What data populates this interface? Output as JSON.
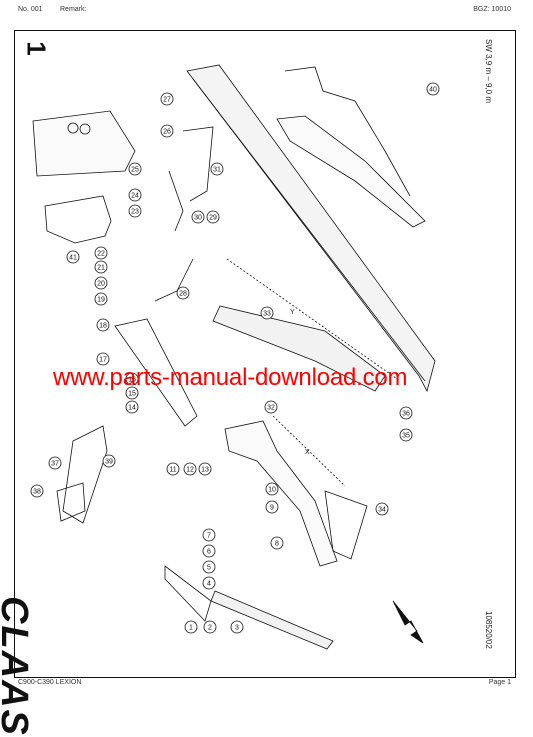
{
  "header": {
    "number": "No. 001",
    "remark": "Remark:",
    "bgz": "BGZ: 10010"
  },
  "sheet": {
    "page_index": "1",
    "dimension_note": "SW 3,9 m – 9,0 m",
    "drawing_ref": "108520/02",
    "brand": "CLAAS",
    "dimension_labels": [
      "Y",
      "X"
    ]
  },
  "callouts": [
    "1",
    "2",
    "3",
    "4",
    "5",
    "6",
    "7",
    "8",
    "9",
    "10",
    "11",
    "12",
    "13",
    "14",
    "15",
    "16",
    "17",
    "18",
    "19",
    "20",
    "21",
    "22",
    "23",
    "24",
    "25",
    "26",
    "27",
    "28",
    "29",
    "30",
    "31",
    "32",
    "33",
    "34",
    "35",
    "36",
    "37",
    "38",
    "39",
    "40",
    "41"
  ],
  "watermark": "www.parts-manual-download.com",
  "footer": {
    "model": "C900-C390 LEXION",
    "page": "Page 1"
  }
}
